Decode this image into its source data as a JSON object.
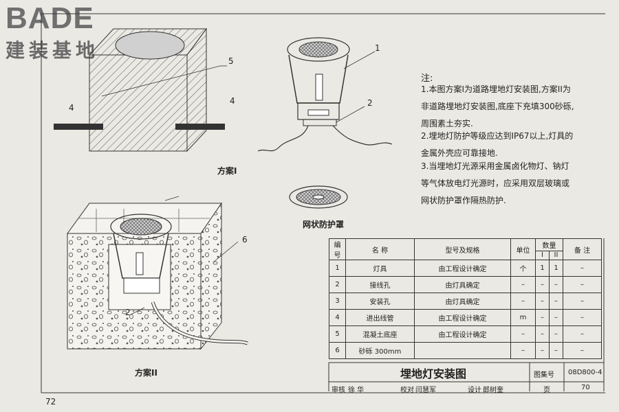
{
  "logo": {
    "main": "BADE",
    "sub": "建装基地"
  },
  "drawing": {
    "caption_scheme1": "方案I",
    "caption_scheme2": "方案II",
    "caption_mesh": "网状防护罩",
    "callouts": [
      "1",
      "2",
      "4",
      "5",
      "4",
      "2",
      "6"
    ]
  },
  "notes": {
    "title": "注:",
    "items": [
      "1.本图方案I为道路埋地灯安装图,方案II为非道路埋地灯安装图,底座下充填300砂砾,周围素土夯实.",
      "2.埋地灯防护等级应达到IP67以上,灯具的金属外壳应可靠接地.",
      "3.当埋地灯光源采用金属卤化物灯、钠灯等气体放电灯光源时，应采用双层玻璃或网状防护罩作隔热防护."
    ]
  },
  "table": {
    "headers": {
      "no": "编号",
      "name": "名  称",
      "spec": "型号及规格",
      "unit": "单位",
      "qty": "数量",
      "qty1": "I",
      "qty2": "II",
      "remark": "备  注"
    },
    "rows": [
      {
        "no": "1",
        "name": "灯具",
        "spec": "由工程设计确定",
        "unit": "个",
        "q1": "1",
        "q2": "1",
        "remark": "–"
      },
      {
        "no": "2",
        "name": "接线孔",
        "spec": "由灯具确定",
        "unit": "–",
        "q1": "–",
        "q2": "–",
        "remark": "–"
      },
      {
        "no": "3",
        "name": "安装孔",
        "spec": "由灯具确定",
        "unit": "–",
        "q1": "–",
        "q2": "–",
        "remark": "–"
      },
      {
        "no": "4",
        "name": "进出线管",
        "spec": "由工程设计确定",
        "unit": "m",
        "q1": "–",
        "q2": "–",
        "remark": "–"
      },
      {
        "no": "5",
        "name": "混凝土底座",
        "spec": "由工程设计确定",
        "unit": "–",
        "q1": "–",
        "q2": "–",
        "remark": "–"
      },
      {
        "no": "6",
        "name": "砂砾 300mm",
        "spec": "",
        "unit": "–",
        "q1": "–",
        "q2": "–",
        "remark": "–"
      }
    ]
  },
  "title_block": {
    "title": "埋地灯安装图",
    "atlas_label": "图集号",
    "atlas_no": "08D800-4",
    "review_label": "审核",
    "reviewer": "徐 华",
    "check_label": "校对",
    "checker": "闫慧军",
    "design_label": "设计",
    "designer": "郎树奎",
    "page_label": "页",
    "page_value": "70"
  },
  "page_number": "72"
}
